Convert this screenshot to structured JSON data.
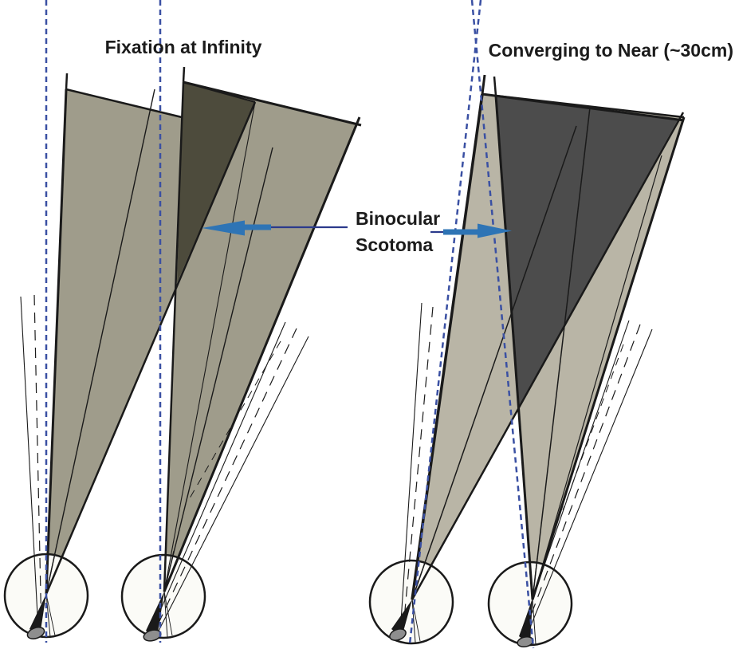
{
  "figure": {
    "left_panel_title": "Fixation at Infinity",
    "right_panel_title": "Converging to Near (~30cm)",
    "annotation": {
      "line1": "Binocular",
      "line2": "Scotoma"
    },
    "colors": {
      "left_field": "#9f9c8b",
      "left_scotoma": "#4d4b3c",
      "right_field": "#b9b5a6",
      "right_scotoma": "#4c4c4c",
      "gaze_line": "#3a50a3",
      "arrow": "#2e74b5",
      "arrow_tail": "#2b3a8c",
      "outline": "#1a1a1a",
      "eye_fill": "#fbfbf7",
      "optic_disc": "#8e8e8e"
    }
  }
}
